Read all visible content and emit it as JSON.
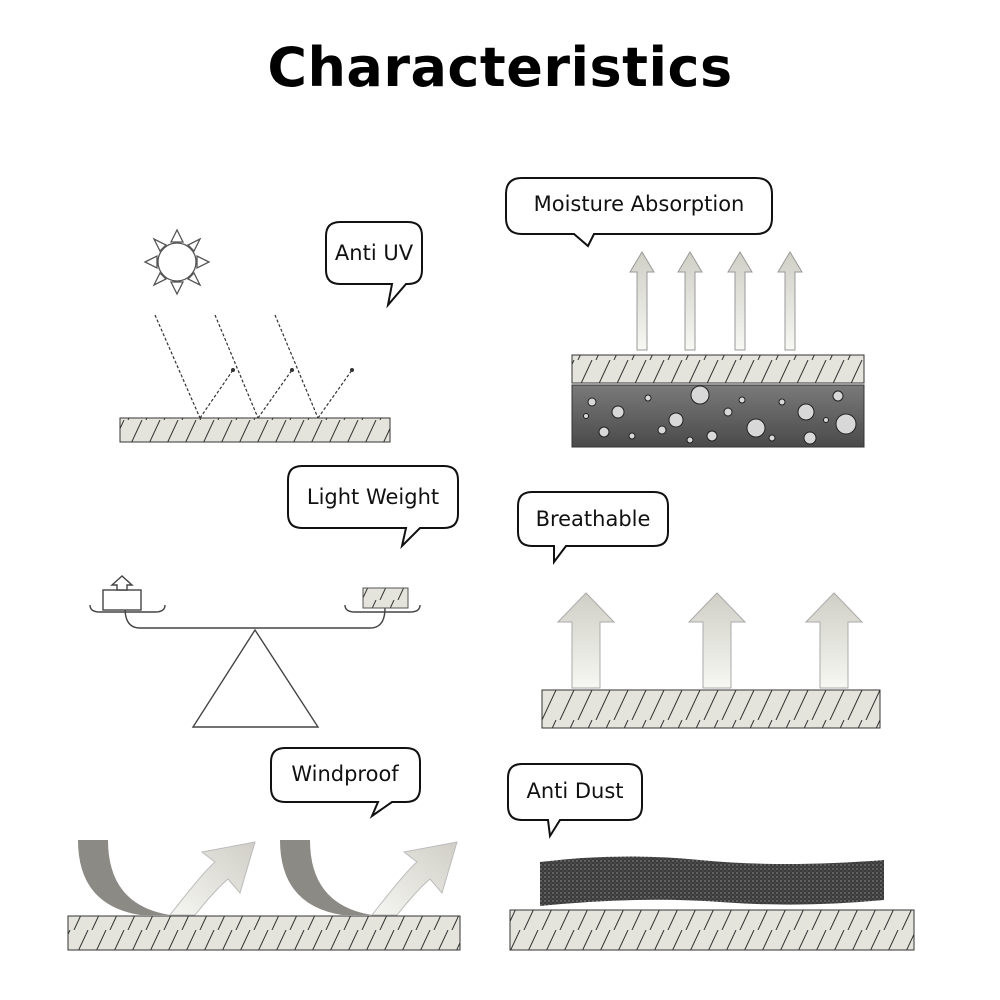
{
  "title": "Characteristics",
  "features": {
    "anti_uv": "Anti UV",
    "moisture_absorption": "Moisture Absorption",
    "light_weight": "Light Weight",
    "breathable": "Breathable",
    "windproof": "Windproof",
    "anti_dust": "Anti Dust"
  },
  "colors": {
    "ink": "#111111",
    "fabric": "#e4e4dc",
    "water": "#5a5a5a",
    "dust": "#2b2b2b",
    "wind_dark": "#8c8a84",
    "wind_light": "#d6d5ce"
  }
}
